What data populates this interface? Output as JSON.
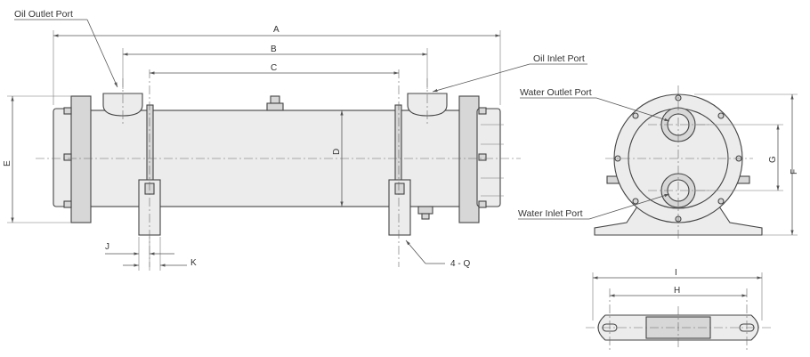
{
  "labels": {
    "oil_outlet_port": "Oil Outlet Port",
    "oil_inlet_port": "Oil Inlet Port",
    "water_outlet_port": "Water Outlet Port",
    "water_inlet_port": "Water Inlet Port",
    "dim_a": "A",
    "dim_b": "B",
    "dim_c": "C",
    "dim_d": "D",
    "dim_e": "E",
    "dim_f": "F",
    "dim_g": "G",
    "dim_h": "H",
    "dim_i": "I",
    "dim_j": "J",
    "dim_k": "K",
    "dim_q": "4 - Q"
  }
}
